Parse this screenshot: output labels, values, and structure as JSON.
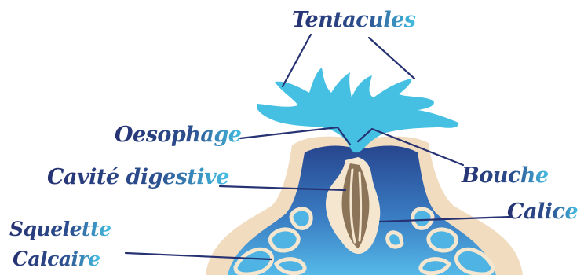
{
  "labels": {
    "tentacules": "Tentacules",
    "oesophage": "Oesophage",
    "cavite": "Cavité digestive",
    "bouche": "Bouche",
    "calice": "Calice",
    "squelette": "Squelette",
    "calcaire": "Calcaire"
  },
  "colors": {
    "navy": "#263272",
    "cyan": "#45c0e3",
    "sand": "#f2dcc0",
    "dark_blue": "#2b4f96",
    "mid_blue": "#3f86c8",
    "light_blue": "#52b6e6",
    "brown": "#8c7459",
    "pale": "#f5e6cf"
  }
}
